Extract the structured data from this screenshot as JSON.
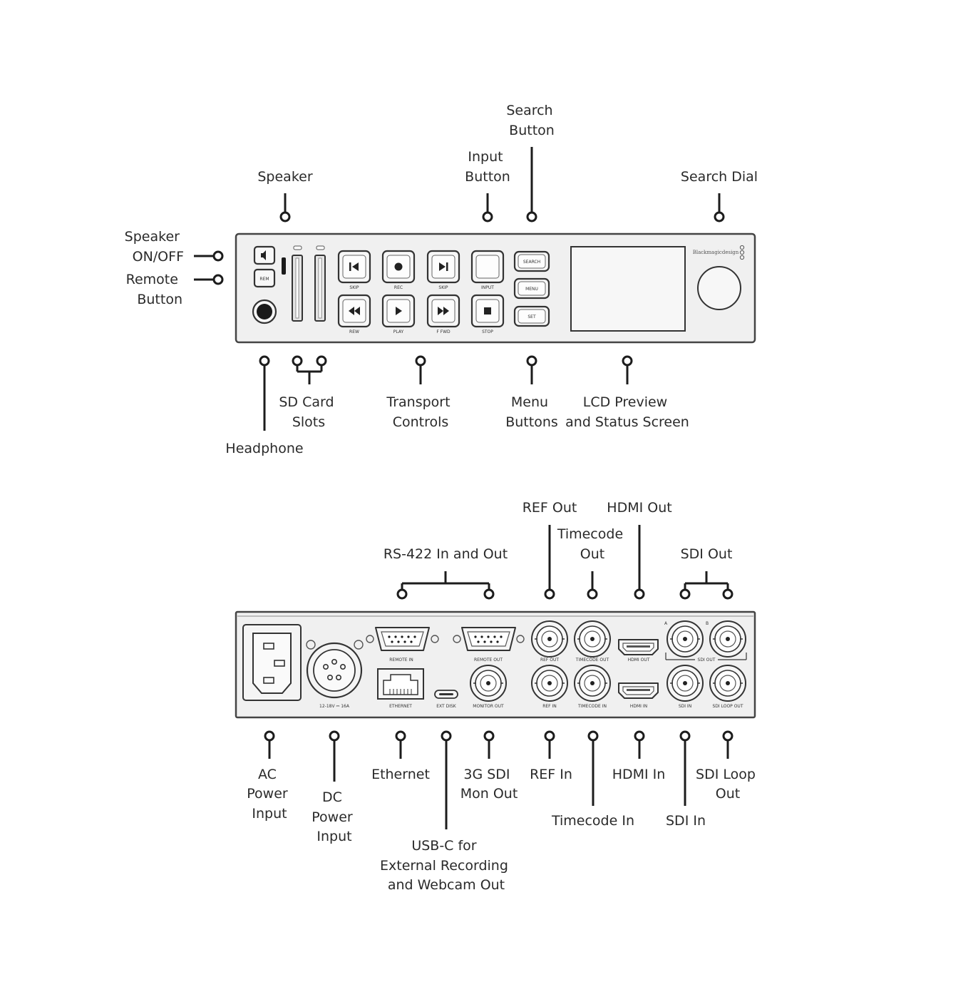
{
  "front_panel": {
    "callouts": {
      "speaker_on_off": [
        "Speaker",
        "ON/OFF"
      ],
      "remote_button": [
        "Remote",
        "Button"
      ],
      "speaker": [
        "Speaker"
      ],
      "input_button": [
        "Input",
        "Button"
      ],
      "search_button": [
        "Search",
        "Button"
      ],
      "search_dial": [
        "Search Dial"
      ],
      "headphone": [
        "Headphone"
      ],
      "sd_card_slots": [
        "SD Card",
        "Slots"
      ],
      "transport_controls": [
        "Transport",
        "Controls"
      ],
      "menu_buttons": [
        "Menu",
        "Buttons"
      ],
      "lcd_preview": [
        "LCD Preview",
        "and Status Screen"
      ]
    },
    "panel_text": {
      "rem": "REM",
      "skip_back": "SKIP",
      "rec": "REC",
      "skip_fwd": "SKIP",
      "input": "INPUT",
      "rew": "REW",
      "play": "PLAY",
      "ffwd": "F FWD",
      "stop": "STOP",
      "search": "SEARCH",
      "menu": "MENU",
      "set": "SET",
      "brand": "Blackmagicdesign"
    }
  },
  "rear_panel": {
    "callouts": {
      "rs422": [
        "RS-422 In and Out"
      ],
      "ref_out": [
        "REF Out"
      ],
      "timecode_out": [
        "Timecode",
        "Out"
      ],
      "hdmi_out": [
        "HDMI Out"
      ],
      "sdi_out": [
        "SDI Out"
      ],
      "ac_power": [
        "AC",
        "Power",
        "Input"
      ],
      "dc_power": [
        "DC",
        "Power",
        "Input"
      ],
      "ethernet": [
        "Ethernet"
      ],
      "usbc": [
        "USB-C for",
        "External Recording",
        "and Webcam Out"
      ],
      "sdi_mon_out": [
        "3G SDI",
        "Mon Out"
      ],
      "ref_in": [
        "REF In"
      ],
      "timecode_in": [
        "Timecode In"
      ],
      "hdmi_in": [
        "HDMI In"
      ],
      "sdi_in": [
        "SDI In"
      ],
      "sdi_loop_out": [
        "SDI Loop",
        "Out"
      ]
    },
    "panel_text": {
      "remote_in": "REMOTE IN",
      "remote_out": "REMOTE OUT",
      "power_rating": "12-18V ⎓ 16A",
      "ethernet": "ETHERNET",
      "ext_disk": "EXT DISK",
      "monitor_out": "MONITOR OUT",
      "ref_out": "REF OUT",
      "timecode_out": "TIMECODE OUT",
      "hdmi_out": "HDMI OUT",
      "sdi_out": "SDI OUT",
      "ref_in": "REF IN",
      "timecode_in": "TIMECODE IN",
      "hdmi_in": "HDMI IN",
      "sdi_in": "SDI IN",
      "sdi_loop_out": "SDI LOOP OUT",
      "a": "A",
      "b": "B"
    }
  }
}
